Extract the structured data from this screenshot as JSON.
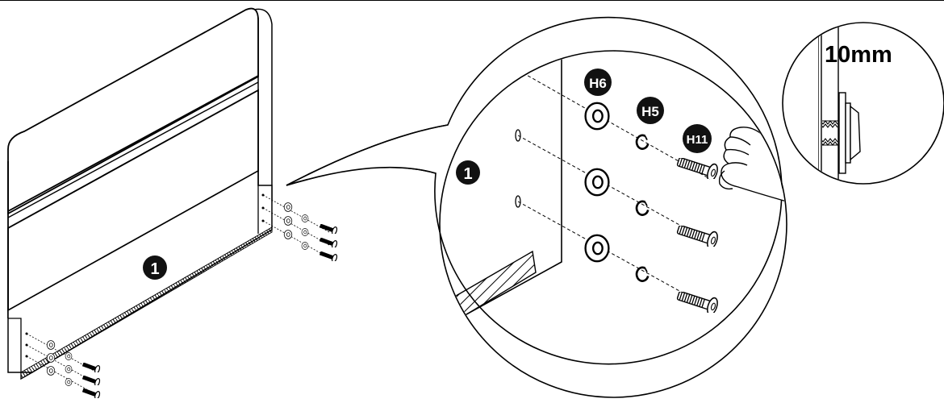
{
  "labels": {
    "panel_number": "1",
    "zoom_panel_number": "1",
    "washer": "H6",
    "lock_washer": "H5",
    "bolt": "H11",
    "depth": "10mm"
  },
  "parts": {
    "washer_icon": "flat-washer-icon",
    "lock_washer_icon": "spring-lock-washer-icon",
    "bolt_icon": "hex-socket-bolt-icon",
    "hand_icon": "hand-icon"
  },
  "colors": {
    "ink": "#000000",
    "paper": "#ffffff",
    "label_fill": "#111111",
    "label_text": "#ffffff"
  }
}
